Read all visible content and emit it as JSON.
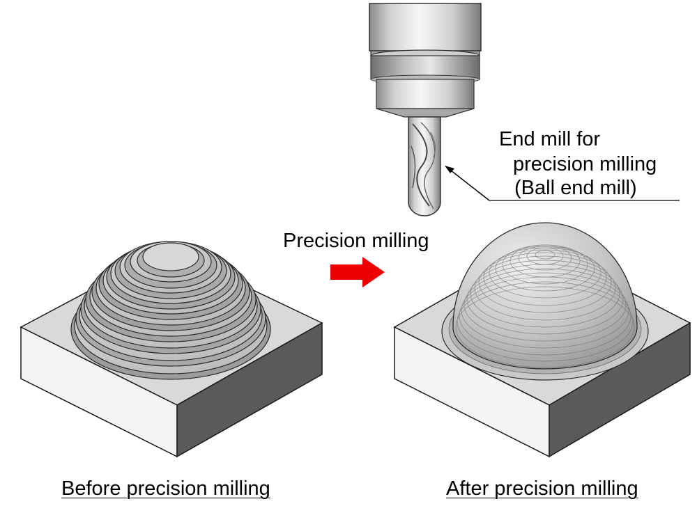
{
  "labels": {
    "tool_line1": "End mill for",
    "tool_line2": "precision milling",
    "tool_line3": "(Ball end mill)",
    "process": "Precision milling",
    "before": "Before precision milling",
    "after": "After precision milling"
  },
  "colors": {
    "arrow": "#ee0000",
    "block_top": "#d9d9d9",
    "block_left": "#f4f4f4",
    "block_right": "#5a5a5a",
    "outline": "#1a1a1a"
  },
  "icons": {
    "tool": "ball-end-mill-icon",
    "arrow": "right-arrow-icon"
  }
}
